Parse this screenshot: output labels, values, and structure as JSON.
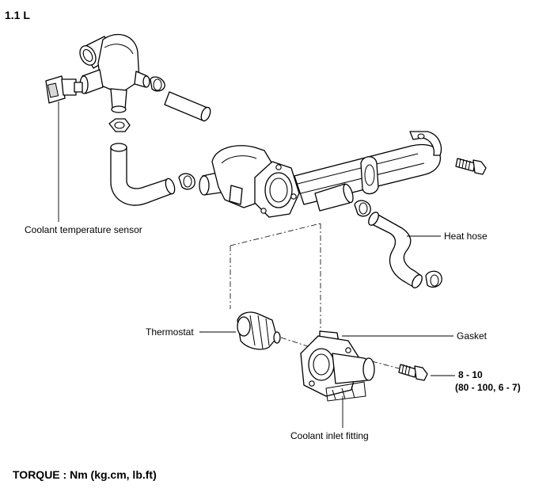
{
  "title": "1.1 L",
  "labels": {
    "coolant_temperature_sensor": "Coolant temperature sensor",
    "heat_hose": "Heat hose",
    "thermostat": "Thermostat",
    "gasket": "Gasket",
    "torque_value": "8 - 10",
    "torque_value_alt": "(80 - 100, 6 - 7)",
    "coolant_inlet_fitting": "Coolant inlet fitting"
  },
  "footer": {
    "torque_units": "TORQUE : Nm (kg.cm, lb.ft)"
  }
}
